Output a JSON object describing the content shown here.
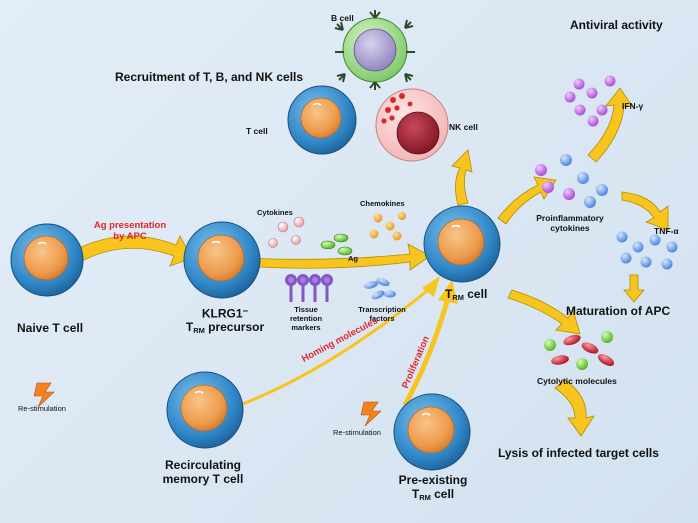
{
  "cells": {
    "naive": "Naive T cell",
    "precursor_line1": "KLRG1",
    "precursor_sup": "−",
    "precursor_T": "T",
    "precursor_sub": "RM",
    "precursor_rest": " precursor",
    "trm_T": "T",
    "trm_sub": "RM",
    "trm_rest": " cell",
    "recirculating_line1": "Recirculating",
    "recirculating_line2": "memory T cell",
    "preexisting_line1": "Pre-existing",
    "preexisting_T": "T",
    "preexisting_sub": "RM",
    "preexisting_rest": " cell",
    "t_cell": "T cell",
    "b_cell": "B cell",
    "nk_cell": "NK cell"
  },
  "labels": {
    "recruitment": "Recruitment of T,  B, and NK cells",
    "antiviral": "Antiviral activity",
    "ifn": "IFN-γ",
    "tnf": "TNF-α",
    "proinflammatory_line1": "Proinflammatory",
    "proinflammatory_line2": "cytokines",
    "maturation": "Maturation of APC",
    "cytolytic": "Cytolytic molecules",
    "lysis": "Lysis of infected target cells",
    "ag_presentation_line1": "Ag presentation",
    "ag_presentation_line2": "by APC",
    "cytokines": "Cytokines",
    "chemokines": "Chemokines",
    "ag": "Ag",
    "tissue_line1": "Tissue",
    "tissue_line2": "retention",
    "tissue_line3": "markers",
    "transcription_line1": "Transcription",
    "transcription_line2": "factors",
    "homing": "Homing molecules",
    "proliferation": "Proliferation",
    "restim_1": "Re-stimulation",
    "restim_2": "Re-stimulation"
  },
  "colors": {
    "cell_outer": "#2f86c7",
    "cell_inner": "#f09a48",
    "arrow": "#f7c51e",
    "red_text": "#e3262b",
    "nk_outer": "#f6bdbd",
    "nk_inner": "#9b1d2f",
    "b_outer": "#8fd07a",
    "b_inner": "#a89cc9"
  }
}
